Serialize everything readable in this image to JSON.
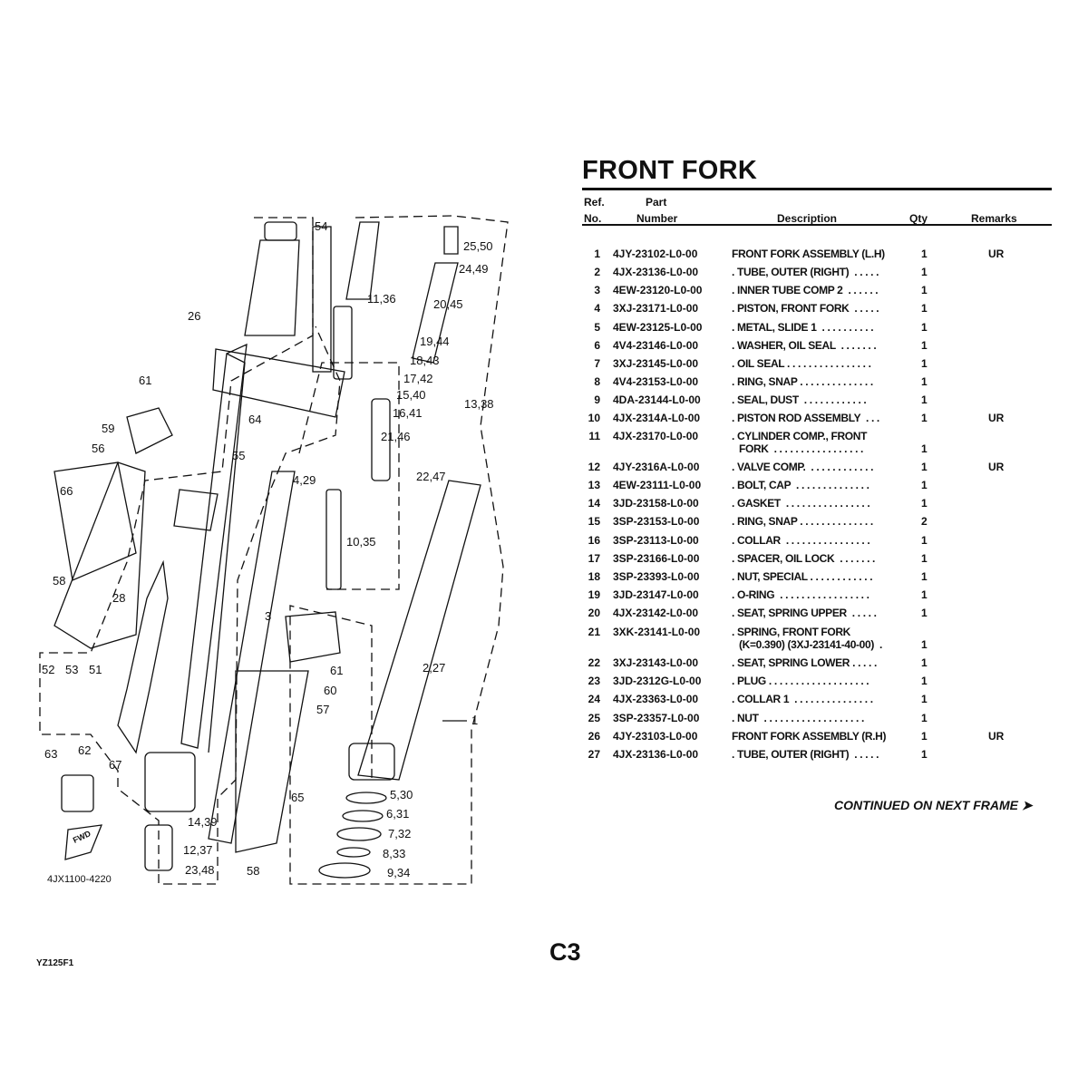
{
  "title": "FRONT FORK",
  "headers": {
    "ref": "Ref.",
    "no": "No.",
    "part": "Part",
    "number": "Number",
    "description": "Description",
    "qty": "Qty",
    "remarks": "Remarks"
  },
  "rows": [
    {
      "no": "1",
      "part": "4JY-23102-L0-00",
      "desc": "FRONT FORK ASSEMBLY (L.H)",
      "desc2": "",
      "qty": "1",
      "rem": "UR"
    },
    {
      "no": "2",
      "part": "4JX-23136-L0-00",
      "desc": ". TUBE, OUTER (RIGHT)  . . . . .",
      "desc2": "",
      "qty": "1",
      "rem": ""
    },
    {
      "no": "3",
      "part": "4EW-23120-L0-00",
      "desc": ". INNER TUBE COMP 2  . . . . . .",
      "desc2": "",
      "qty": "1",
      "rem": ""
    },
    {
      "no": "4",
      "part": "3XJ-23171-L0-00",
      "desc": ". PISTON, FRONT FORK  . . . . .",
      "desc2": "",
      "qty": "1",
      "rem": ""
    },
    {
      "no": "5",
      "part": "4EW-23125-L0-00",
      "desc": ". METAL, SLIDE 1  . . . . . . . . . .",
      "desc2": "",
      "qty": "1",
      "rem": ""
    },
    {
      "no": "6",
      "part": "4V4-23146-L0-00",
      "desc": ". WASHER, OIL SEAL  . . . . . . .",
      "desc2": "",
      "qty": "1",
      "rem": ""
    },
    {
      "no": "7",
      "part": "3XJ-23145-L0-00",
      "desc": ". OIL SEAL . . . . . . . . . . . . . . . .",
      "desc2": "",
      "qty": "1",
      "rem": ""
    },
    {
      "no": "8",
      "part": "4V4-23153-L0-00",
      "desc": ". RING, SNAP . . . . . . . . . . . . . .",
      "desc2": "",
      "qty": "1",
      "rem": ""
    },
    {
      "no": "9",
      "part": "4DA-23144-L0-00",
      "desc": ". SEAL, DUST  . . . . . . . . . . . .",
      "desc2": "",
      "qty": "1",
      "rem": ""
    },
    {
      "no": "10",
      "part": "4JX-2314A-L0-00",
      "desc": ". PISTON ROD ASSEMBLY  . . .",
      "desc2": "",
      "qty": "1",
      "rem": "UR"
    },
    {
      "no": "11",
      "part": "4JX-23170-L0-00",
      "desc": ". CYLINDER COMP., FRONT",
      "desc2": "FORK  . . . . . . . . . . . . . . . . .",
      "qty": "1",
      "rem": ""
    },
    {
      "no": "12",
      "part": "4JY-2316A-L0-00",
      "desc": ". VALVE COMP.  . . . . . . . . . . . .",
      "desc2": "",
      "qty": "1",
      "rem": "UR"
    },
    {
      "no": "13",
      "part": "4EW-23111-L0-00",
      "desc": ". BOLT, CAP  . . . . . . . . . . . . . .",
      "desc2": "",
      "qty": "1",
      "rem": ""
    },
    {
      "no": "14",
      "part": "3JD-23158-L0-00",
      "desc": ". GASKET  . . . . . . . . . . . . . . . .",
      "desc2": "",
      "qty": "1",
      "rem": ""
    },
    {
      "no": "15",
      "part": "3SP-23153-L0-00",
      "desc": ". RING, SNAP . . . . . . . . . . . . . .",
      "desc2": "",
      "qty": "2",
      "rem": ""
    },
    {
      "no": "16",
      "part": "3SP-23113-L0-00",
      "desc": ". COLLAR  . . . . . . . . . . . . . . . .",
      "desc2": "",
      "qty": "1",
      "rem": ""
    },
    {
      "no": "17",
      "part": "3SP-23166-L0-00",
      "desc": ". SPACER, OIL LOCK  . . . . . . .",
      "desc2": "",
      "qty": "1",
      "rem": ""
    },
    {
      "no": "18",
      "part": "3SP-23393-L0-00",
      "desc": ". NUT, SPECIAL . . . . . . . . . . . .",
      "desc2": "",
      "qty": "1",
      "rem": ""
    },
    {
      "no": "19",
      "part": "3JD-23147-L0-00",
      "desc": ". O-RING  . . . . . . . . . . . . . . . . .",
      "desc2": "",
      "qty": "1",
      "rem": ""
    },
    {
      "no": "20",
      "part": "4JX-23142-L0-00",
      "desc": ". SEAT, SPRING UPPER  . . . . .",
      "desc2": "",
      "qty": "1",
      "rem": ""
    },
    {
      "no": "21",
      "part": "3XK-23141-L0-00",
      "desc": ". SPRING, FRONT FORK",
      "desc2": "(K=0.390) (3XJ-23141-40-00)  .",
      "qty": "1",
      "rem": ""
    },
    {
      "no": "22",
      "part": "3XJ-23143-L0-00",
      "desc": ". SEAT, SPRING LOWER . . . . .",
      "desc2": "",
      "qty": "1",
      "rem": ""
    },
    {
      "no": "23",
      "part": "3JD-2312G-L0-00",
      "desc": ". PLUG . . . . . . . . . . . . . . . . . . .",
      "desc2": "",
      "qty": "1",
      "rem": ""
    },
    {
      "no": "24",
      "part": "4JX-23363-L0-00",
      "desc": ". COLLAR 1  . . . . . . . . . . . . . . .",
      "desc2": "",
      "qty": "1",
      "rem": ""
    },
    {
      "no": "25",
      "part": "3SP-23357-L0-00",
      "desc": ". NUT  . . . . . . . . . . . . . . . . . . .",
      "desc2": "",
      "qty": "1",
      "rem": ""
    },
    {
      "no": "26",
      "part": "4JY-23103-L0-00",
      "desc": "FRONT FORK ASSEMBLY (R.H)",
      "desc2": "",
      "qty": "1",
      "rem": "UR"
    },
    {
      "no": "27",
      "part": "4JX-23136-L0-00",
      "desc": ". TUBE, OUTER (RIGHT)  . . . . .",
      "desc2": "",
      "qty": "1",
      "rem": ""
    }
  ],
  "continued": "CONTINUED ON NEXT FRAME ➤",
  "page": "C3",
  "model_code": "YZ125F1",
  "diagram": {
    "figure_number": "4JX1100-4220",
    "fwd_label": "FWD",
    "callouts": [
      "54",
      "25,50",
      "24,49",
      "11,36",
      "20,45",
      "26",
      "19,44",
      "18,43",
      "17,42",
      "15,40",
      "61",
      "16,41",
      "13,38",
      "59",
      "64",
      "21,46",
      "56",
      "55",
      "22,47",
      "4,29",
      "66",
      "10,35",
      "58",
      "28",
      "3",
      "2,27",
      "61",
      "52",
      "53",
      "51",
      "60",
      "57",
      "1",
      "67",
      "63",
      "62",
      "65",
      "5,30",
      "6,31",
      "14,39",
      "7,32",
      "12,37",
      "8,33",
      "23,48",
      "9,34",
      "58"
    ]
  }
}
